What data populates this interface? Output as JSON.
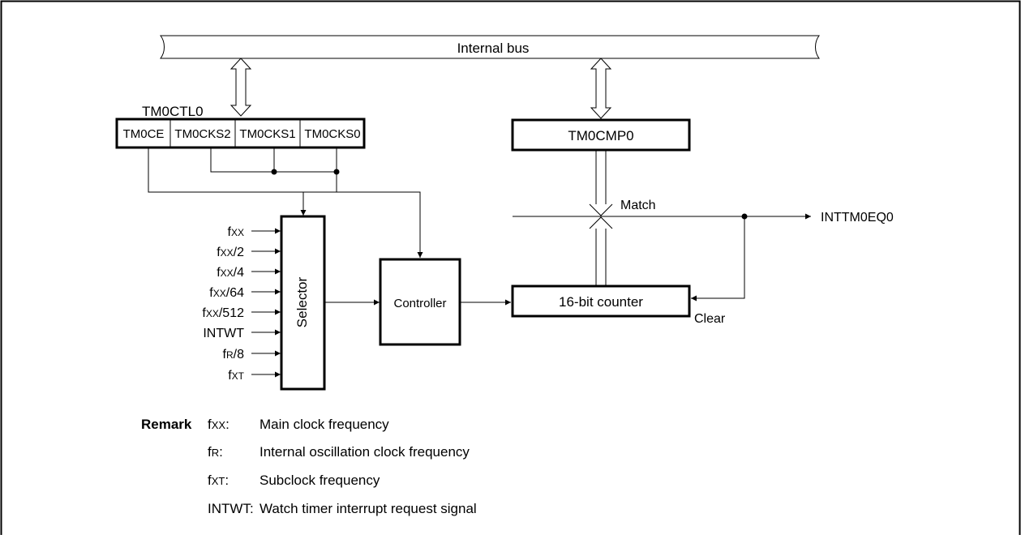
{
  "bus_label": "Internal bus",
  "register": {
    "name": "TM0CTL0",
    "bits": [
      "TM0CE",
      "TM0CKS2",
      "TM0CKS1",
      "TM0CKS0"
    ]
  },
  "compare_register": "TM0CMP0",
  "match_label": "Match",
  "output_signal": "INTTM0EQ0",
  "selector_label": "Selector",
  "controller_label": "Controller",
  "counter_label": "16-bit counter",
  "clear_label": "Clear",
  "inputs": [
    {
      "main": "f",
      "sub": "XX",
      "suffix": ""
    },
    {
      "main": "f",
      "sub": "XX",
      "suffix": "/2"
    },
    {
      "main": "f",
      "sub": "XX",
      "suffix": "/4"
    },
    {
      "main": "f",
      "sub": "XX",
      "suffix": "/64"
    },
    {
      "main": "f",
      "sub": "XX",
      "suffix": "/512"
    },
    {
      "main": "INTWT",
      "sub": "",
      "suffix": ""
    },
    {
      "main": "f",
      "sub": "R",
      "suffix": "/8"
    },
    {
      "main": "f",
      "sub": "XT",
      "suffix": ""
    }
  ],
  "remark": {
    "title": "Remark",
    "items": [
      {
        "main": "f",
        "sub": "XX",
        "colon": ":",
        "desc": "Main clock frequency"
      },
      {
        "main": "f",
        "sub": "R",
        "colon": ":",
        "desc": "Internal oscillation clock frequency"
      },
      {
        "main": "f",
        "sub": "XT",
        "colon": ":",
        "desc": "Subclock frequency"
      },
      {
        "main": "INTWT",
        "sub": "",
        "colon": ":",
        "desc": "Watch timer interrupt request signal"
      }
    ]
  }
}
